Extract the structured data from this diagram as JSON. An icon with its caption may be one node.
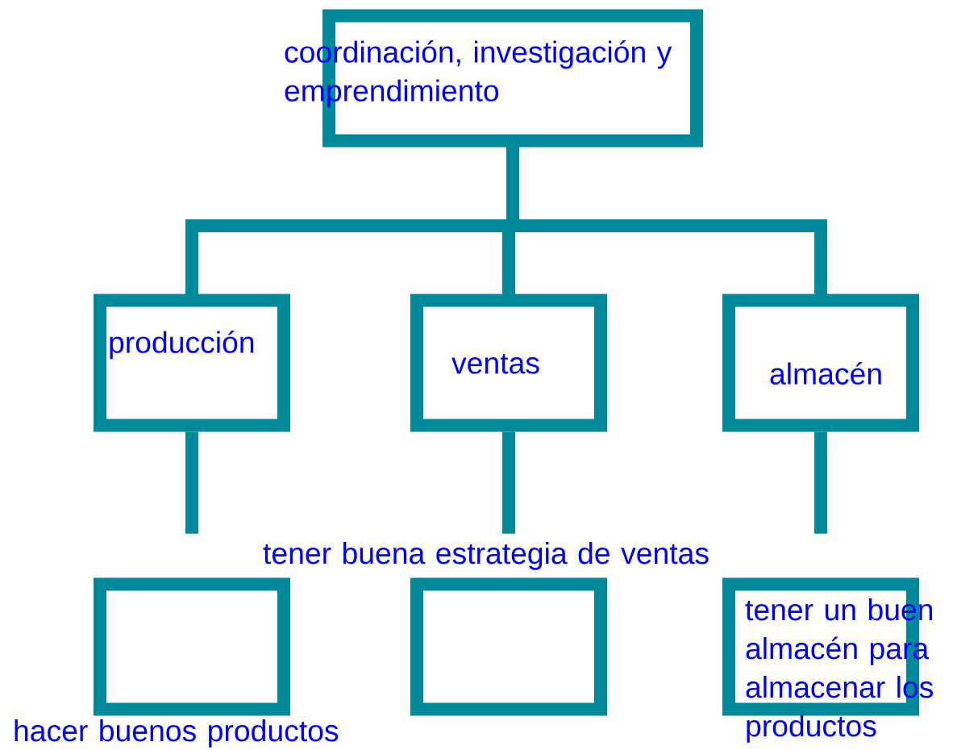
{
  "diagram": {
    "nodes": [
      {
        "text": [
          "coordinación, investigación y emprendimiento"
        ]
      },
      {
        "text": [
          "producción"
        ]
      },
      {
        "text": [
          "ventas"
        ]
      },
      {
        "text": [
          "almacén"
        ]
      },
      {
        "text": [],
        "shape": "box",
        "beside": [
          "hacer buenos productos"
        ]
      },
      {
        "text": [],
        "shape": "box",
        "beside": [
          "tener buena estrategia de ventas"
        ]
      },
      {
        "text": [
          "tener un buen almacén para almacenar los productos"
        ]
      }
    ],
    "edges": [
      {
        "from": 0,
        "to": 1,
        "arrow": "none"
      },
      {
        "from": 0,
        "to": 2,
        "arrow": "none"
      },
      {
        "from": 0,
        "to": 3,
        "arrow": "none"
      },
      {
        "from": 1,
        "to": 4,
        "arrow": "none"
      },
      {
        "from": 2,
        "to": 5,
        "arrow": "none"
      },
      {
        "from": 3,
        "to": 6,
        "arrow": "none"
      }
    ]
  }
}
